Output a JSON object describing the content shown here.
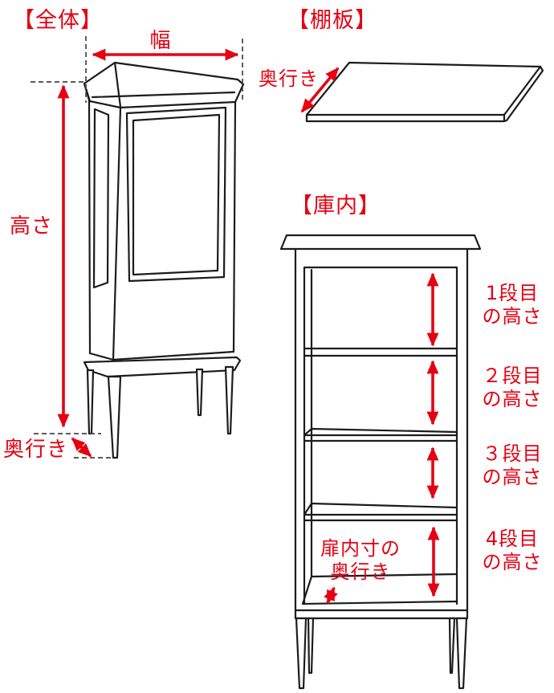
{
  "colors": {
    "accent_red": "#e60012",
    "line_black": "#1c1c1c",
    "dash_gray": "#444444",
    "background": "#ffffff"
  },
  "sections": {
    "overall": {
      "title": "【全体】",
      "labels": {
        "width": "幅",
        "height": "高さ",
        "depth": "奥行き"
      }
    },
    "shelf_board": {
      "title": "【棚板】",
      "labels": {
        "depth": "奥行き"
      }
    },
    "interior": {
      "title": "【庫内】",
      "shelf_labels": [
        "1段目\nの高さ",
        "２段目\nの高さ",
        "３段目\nの高さ",
        "4段目\nの高さ"
      ],
      "door_depth_label": "扉内寸の\n奥行き"
    }
  }
}
